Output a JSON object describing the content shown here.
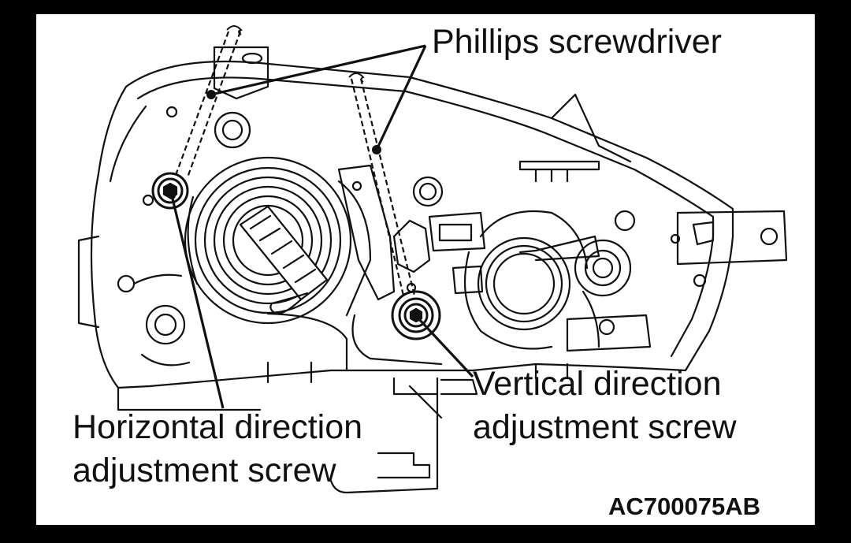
{
  "labels": {
    "phillips_screwdriver": "Phillips screwdriver",
    "vertical_line1": "Vertical direction",
    "vertical_line2": "adjustment screw",
    "horizontal_line1": "Horizontal direction",
    "horizontal_line2": "adjustment screw"
  },
  "figure_code": "AC700075AB",
  "colors": {
    "background": "#000000",
    "paper": "#ffffff",
    "ink": "#111111"
  }
}
